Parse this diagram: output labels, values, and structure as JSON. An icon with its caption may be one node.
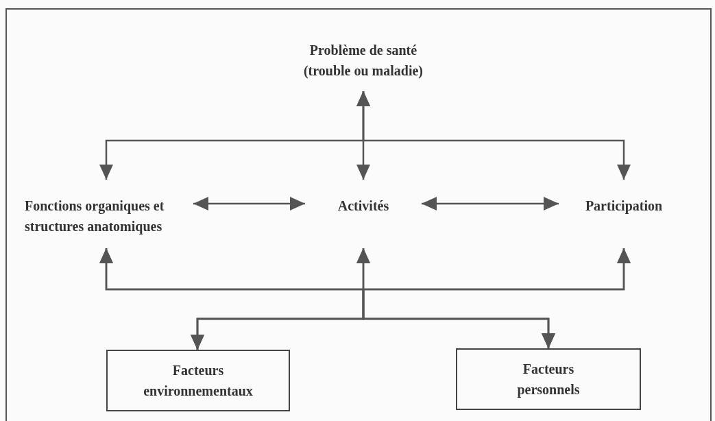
{
  "diagram": {
    "nodes": [
      {
        "text": [
          "Problème de santé (trouble ou maladie)"
        ]
      },
      {
        "text": [
          "Fonctions organiques et structures anatomiques"
        ]
      },
      {
        "text": [
          "Activités"
        ]
      },
      {
        "text": [
          "Participation"
        ]
      },
      {
        "text": [
          "Facteurs environnementaux"
        ]
      },
      {
        "text": [
          "Facteurs personnels"
        ]
      }
    ],
    "edges": [
      {
        "from": 0,
        "to": 2,
        "arrow": "both"
      },
      {
        "from": 0,
        "to": 1,
        "arrow": "both"
      },
      {
        "from": 0,
        "to": 3,
        "arrow": "both"
      },
      {
        "from": 1,
        "to": 2,
        "arrow": "both"
      },
      {
        "from": 2,
        "to": 3,
        "arrow": "both"
      },
      {
        "from": 4,
        "to": 2,
        "arrow": "both"
      },
      {
        "from": 4,
        "to": 1,
        "arrow": "both"
      },
      {
        "from": 4,
        "to": 3,
        "arrow": "both"
      },
      {
        "from": 5,
        "to": 2,
        "arrow": "both"
      },
      {
        "from": 5,
        "to": 1,
        "arrow": "both"
      },
      {
        "from": 5,
        "to": 3,
        "arrow": "both"
      }
    ]
  }
}
